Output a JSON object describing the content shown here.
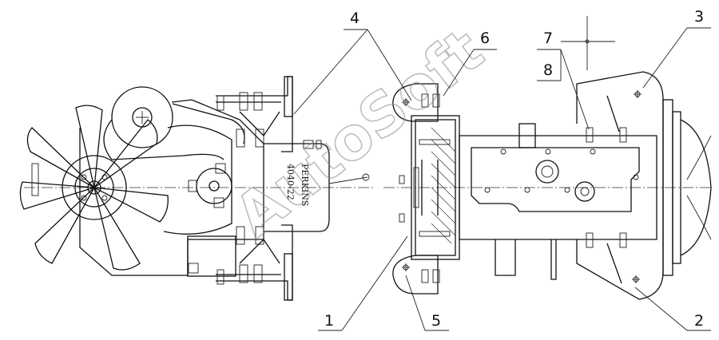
{
  "callouts": [
    {
      "id": "1",
      "text": "1"
    },
    {
      "id": "2",
      "text": "2"
    },
    {
      "id": "3",
      "text": "3"
    },
    {
      "id": "4",
      "text": "4"
    },
    {
      "id": "5",
      "text": "5"
    },
    {
      "id": "6",
      "text": "6"
    },
    {
      "id": "7",
      "text": "7"
    },
    {
      "id": "8",
      "text": "8"
    }
  ],
  "engine_label": {
    "line1": "PERKINS",
    "line2": "4040-22"
  },
  "watermark": "AutoSoft"
}
